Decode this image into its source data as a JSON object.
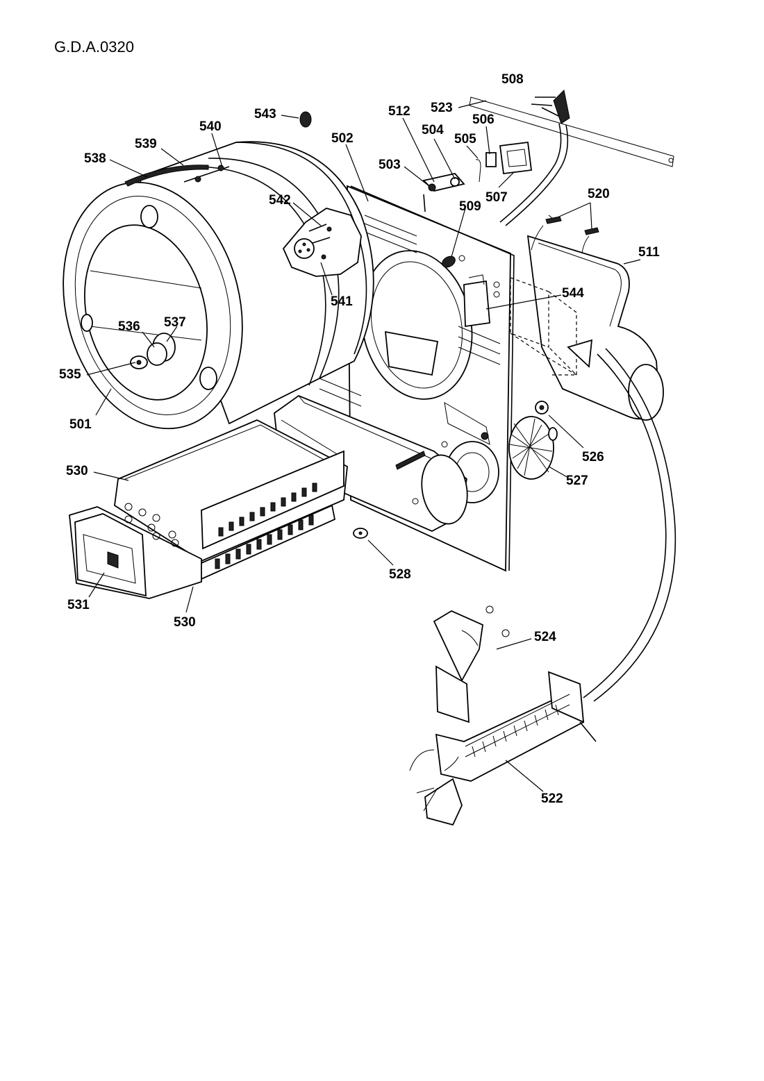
{
  "document_code": "G.D.A.0320",
  "parts": [
    {
      "id": "p501",
      "label": "501"
    },
    {
      "id": "p502",
      "label": "502"
    },
    {
      "id": "p503",
      "label": "503"
    },
    {
      "id": "p504",
      "label": "504"
    },
    {
      "id": "p505",
      "label": "505"
    },
    {
      "id": "p506",
      "label": "506"
    },
    {
      "id": "p507",
      "label": "507"
    },
    {
      "id": "p508",
      "label": "508"
    },
    {
      "id": "p509",
      "label": "509"
    },
    {
      "id": "p511",
      "label": "511"
    },
    {
      "id": "p512",
      "label": "512"
    },
    {
      "id": "p520",
      "label": "520"
    },
    {
      "id": "p522",
      "label": "522"
    },
    {
      "id": "p523",
      "label": "523"
    },
    {
      "id": "p524",
      "label": "524"
    },
    {
      "id": "p526",
      "label": "526"
    },
    {
      "id": "p527",
      "label": "527"
    },
    {
      "id": "p528",
      "label": "528"
    },
    {
      "id": "p530a",
      "label": "530"
    },
    {
      "id": "p530b",
      "label": "530"
    },
    {
      "id": "p531",
      "label": "531"
    },
    {
      "id": "p535",
      "label": "535"
    },
    {
      "id": "p536",
      "label": "536"
    },
    {
      "id": "p537",
      "label": "537"
    },
    {
      "id": "p538",
      "label": "538"
    },
    {
      "id": "p539",
      "label": "539"
    },
    {
      "id": "p540",
      "label": "540"
    },
    {
      "id": "p541",
      "label": "541"
    },
    {
      "id": "p542",
      "label": "542"
    },
    {
      "id": "p543",
      "label": "543"
    },
    {
      "id": "p544",
      "label": "544"
    }
  ]
}
